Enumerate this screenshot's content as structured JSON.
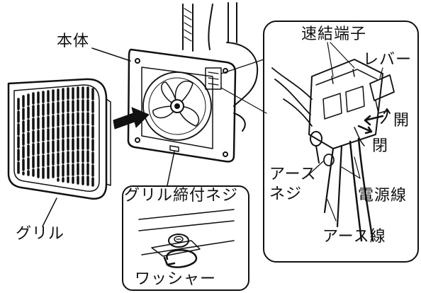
{
  "labels": {
    "main_body": "本体",
    "grille": "グリル",
    "grille_screw": "グリル締付ネジ",
    "washer": "ワッシャー",
    "quick_terminal": "速結端子",
    "lever": "レバー",
    "open": "開",
    "close": "閉",
    "earth_screw_line1": "アース",
    "earth_screw_line2": "ネジ",
    "power_wire": "電源線",
    "earth_wire": "アース線"
  },
  "icons": {
    "push_arrow": "push-arrow-icon",
    "rotate_arrow": "rotate-arrow-icon"
  }
}
